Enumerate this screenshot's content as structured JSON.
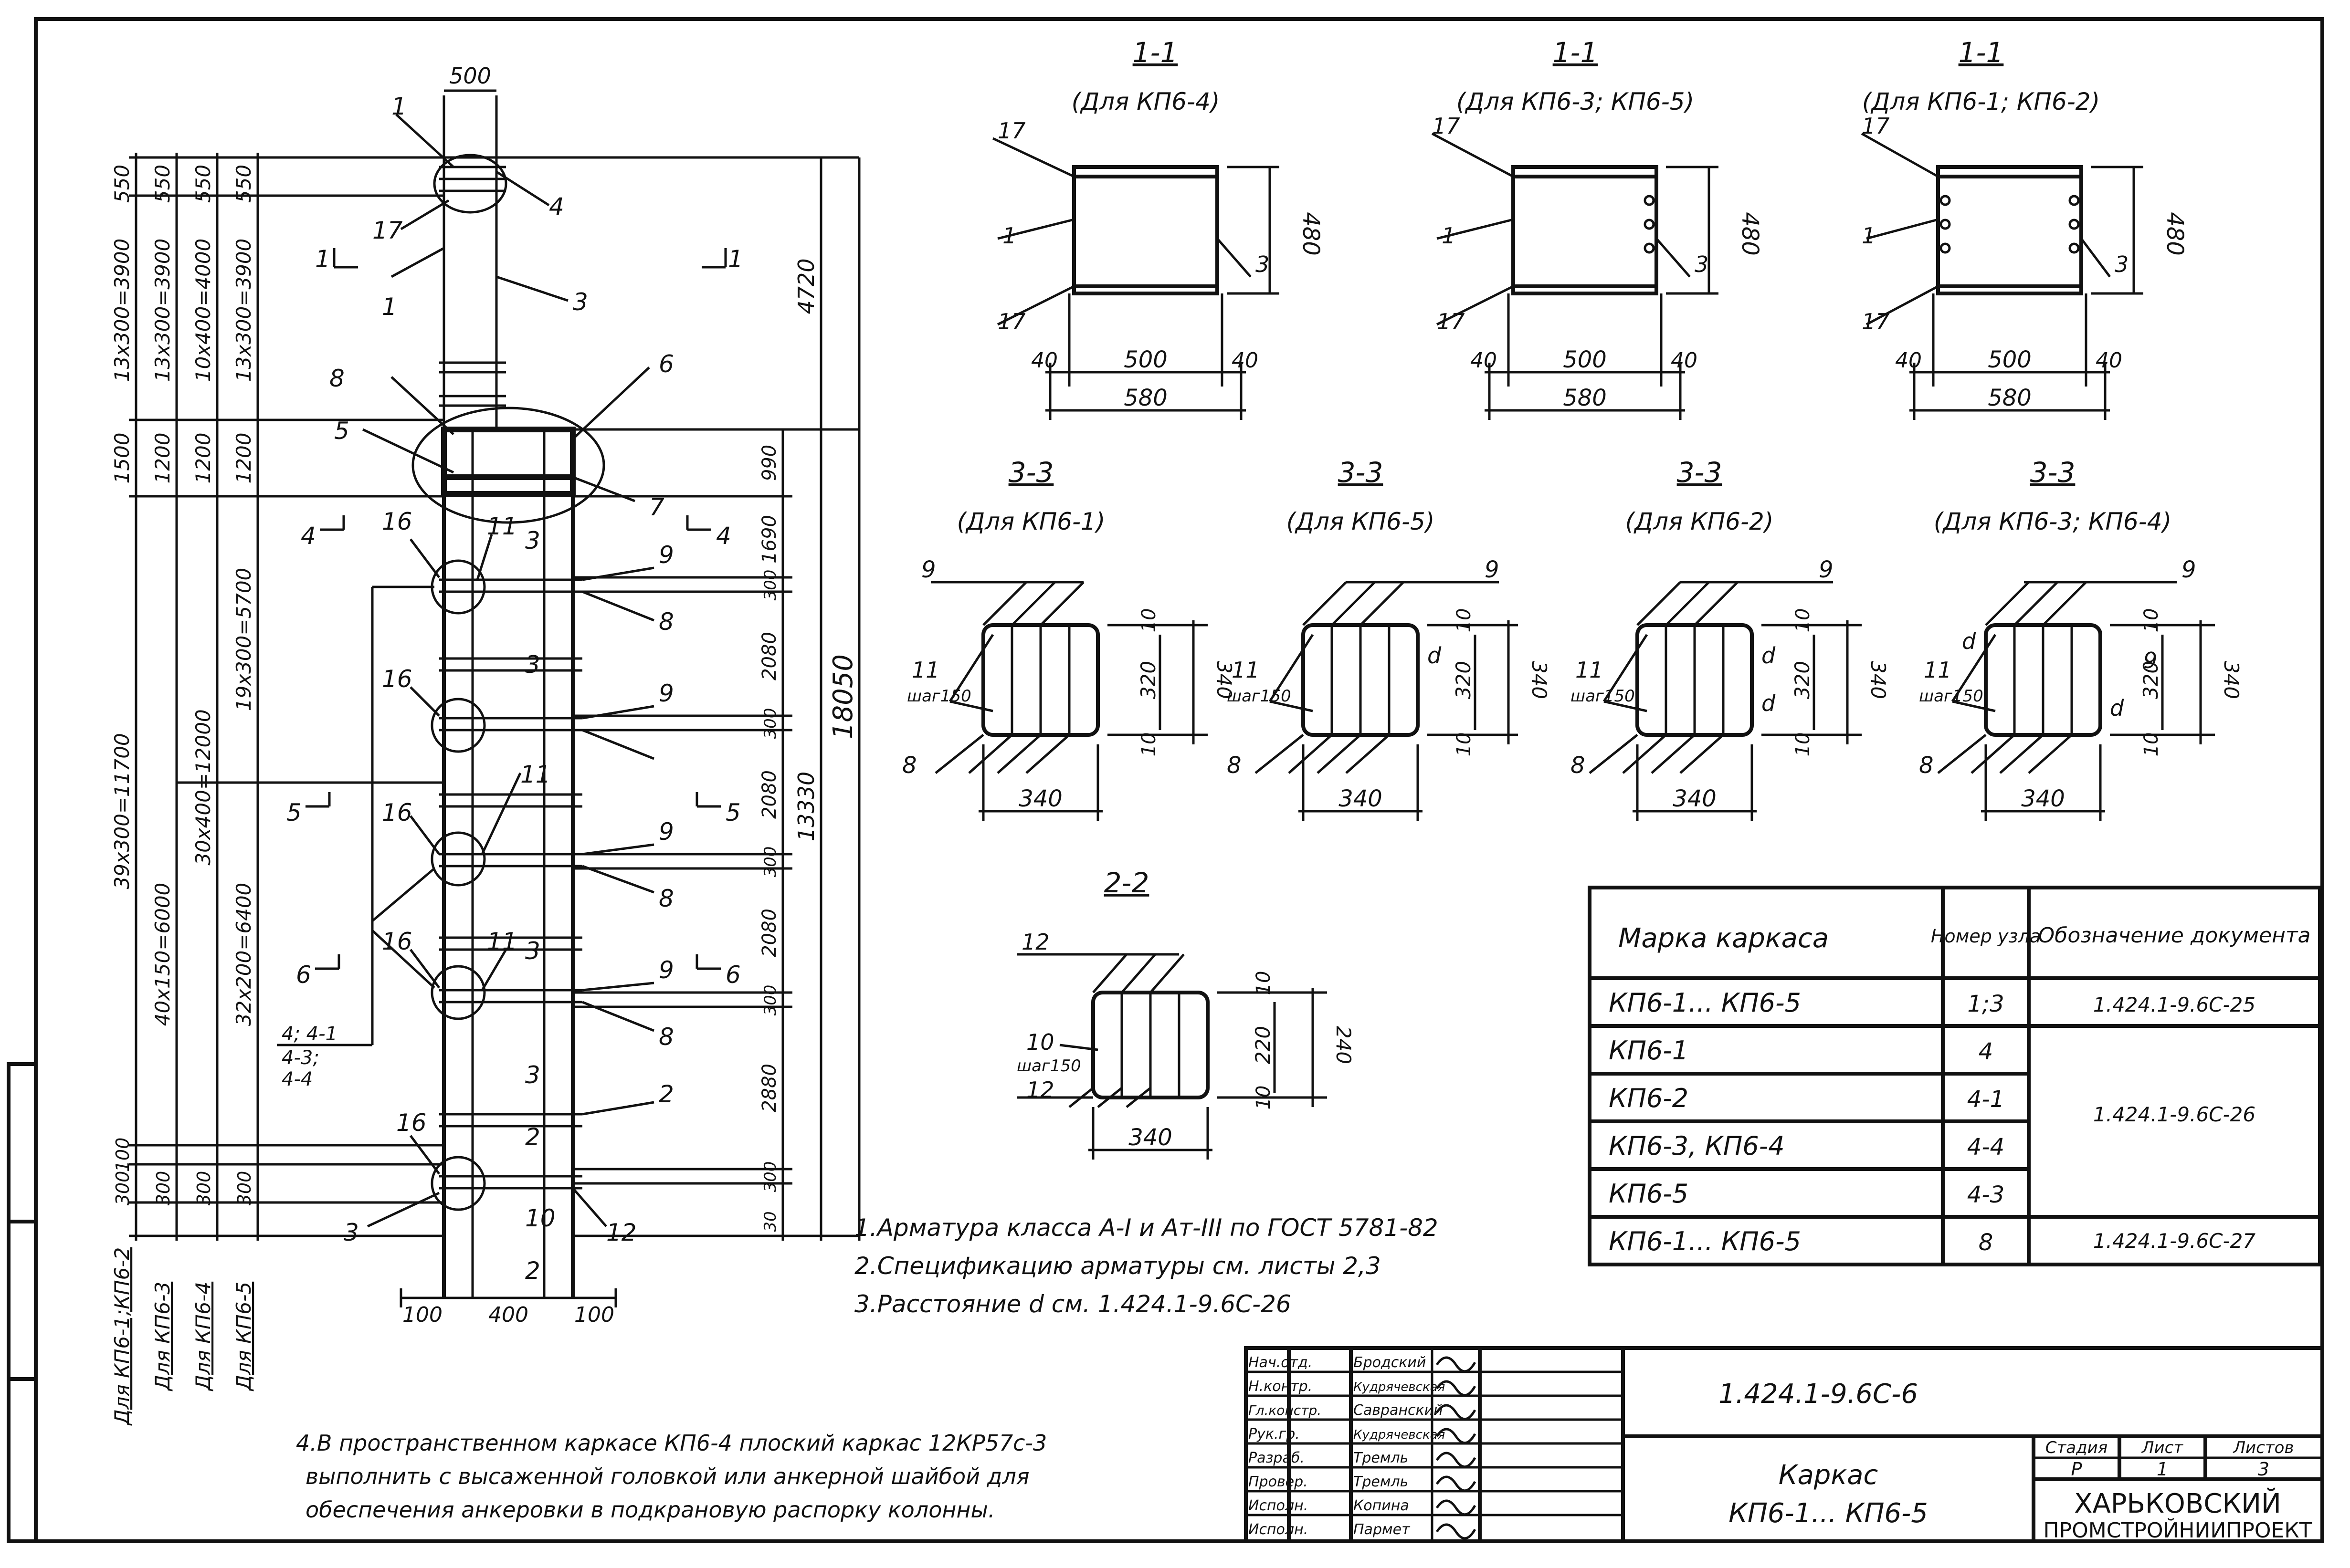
{
  "column": {
    "top_dim": "500",
    "bottom_dims": [
      "100",
      "400",
      "100"
    ],
    "markers": [
      "1",
      "4",
      "17",
      "1",
      "3",
      "8",
      "6",
      "5",
      "7",
      "16",
      "11",
      "3",
      "9",
      "3",
      "9",
      "16",
      "8",
      "16",
      "11",
      "9",
      "8",
      "16",
      "11",
      "3",
      "9",
      "3",
      "8",
      "2",
      "16",
      "2",
      "10",
      "2",
      "12",
      "3"
    ],
    "section_refs": [
      "1",
      "1",
      "4",
      "4",
      "5",
      "5",
      "6",
      "6"
    ],
    "left_dims": [
      "550",
      "13x300=3900",
      "1500",
      "39x300=11700",
      "100",
      "300",
      "550",
      "13x300=3900",
      "1200",
      "40x150=6000",
      "300",
      "550",
      "10x400=4000",
      "1200",
      "30x400=12000",
      "300",
      "550",
      "13x300=3900",
      "1200",
      "19x300=5700",
      "32x200=6400",
      "300"
    ],
    "col_labels": [
      "Для КП6-1;КП6-2",
      "Для КП6-3",
      "Для КП6-4",
      "Для КП6-5"
    ],
    "right_dims": [
      "4720",
      "18050",
      "13330",
      "990",
      "1690",
      "300",
      "2080",
      "300",
      "2080",
      "300",
      "2080",
      "300",
      "2880",
      "300",
      "30"
    ],
    "node_labels": [
      "4; 4-1",
      "4-3;",
      "4-4"
    ]
  },
  "section_1_1": [
    {
      "title": "1-1",
      "sub": "(Для КП6-4)"
    },
    {
      "title": "1-1",
      "sub": "(Для КП6-3; КП6-5)"
    },
    {
      "title": "1-1",
      "sub": "(Для КП6-1; КП6-2)"
    }
  ],
  "section_1_1_dims": {
    "h": "480",
    "w1": "40",
    "w2": "500",
    "w3": "40",
    "total": "580",
    "m17": "17",
    "m1": "1",
    "m3": "3"
  },
  "section_3_3": [
    {
      "title": "3-3",
      "sub": "(Для КП6-1)"
    },
    {
      "title": "3-3",
      "sub": "(Для КП6-5)"
    },
    {
      "title": "3-3",
      "sub": "(Для КП6-2)"
    },
    {
      "title": "3-3",
      "sub": "(Для КП6-3; КП6-4)"
    }
  ],
  "section_3_3_dims": {
    "w": "340",
    "h": "340",
    "inner": "320",
    "top": "10",
    "bot": "10",
    "spacing": "шаг150",
    "m9": "9",
    "m11": "11",
    "m8": "8",
    "d": "d"
  },
  "section_2_2": {
    "title": "2-2",
    "m12a": "12",
    "m10": "10",
    "m12b": "12",
    "spacing": "шаг150",
    "h_top": "10",
    "h_inner": "220",
    "h_total": "240",
    "h_bot": "10",
    "w": "340"
  },
  "table": {
    "headers": [
      "Марка каркаса",
      "Номер узла",
      "Обозначение документа"
    ],
    "rows": [
      [
        "КП6-1... КП6-5",
        "1;3",
        "1.424.1-9.6С-25"
      ],
      [
        "КП6-1",
        "4",
        ""
      ],
      [
        "КП6-2",
        "4-1",
        "1.424.1-9.6С-26"
      ],
      [
        "КП6-3, КП6-4",
        "4-4",
        ""
      ],
      [
        "КП6-5",
        "4-3",
        ""
      ],
      [
        "КП6-1... КП6-5",
        "8",
        "1.424.1-9.6С-27"
      ]
    ]
  },
  "notes": [
    "1.Арматура класса А-I и Ат-III по ГОСТ 5781-82",
    "2.Спецификацию арматуры см. листы 2,3",
    "3.Расстояние d см. 1.424.1-9.6С-26"
  ],
  "note4": [
    "4.В пространственном каркасе КП6-4 плоский каркас 12КР57с-3",
    "выполнить с высаженной головкой или анкерной шайбой для",
    "обеспечения анкеровки в подкрановую распорку колонны."
  ],
  "title_block": {
    "roles": [
      "Нач.отд.",
      "Н.контр.",
      "Гл.констр.",
      "Рук.гр.",
      "Разраб.",
      "Провер.",
      "Исполн.",
      "Исполн."
    ],
    "names": [
      "Бродский",
      "Кудрячевская",
      "Савранский",
      "Кудрячевская",
      "Тремль",
      "Тремль",
      "Копина",
      "Пармет"
    ],
    "doc_code": "1.424.1-9.6С-6",
    "title_line1": "Каркас",
    "title_line2": "КП6-1... КП6-5",
    "stage_label": "Стадия",
    "sheet_label": "Лист",
    "sheets_label": "Листов",
    "stage": "Р",
    "sheet": "1",
    "sheets": "3",
    "org_line1": "ХАРЬКОВСКИЙ",
    "org_line2": "ПРОМСТРОЙНИИПРОЕКТ"
  }
}
